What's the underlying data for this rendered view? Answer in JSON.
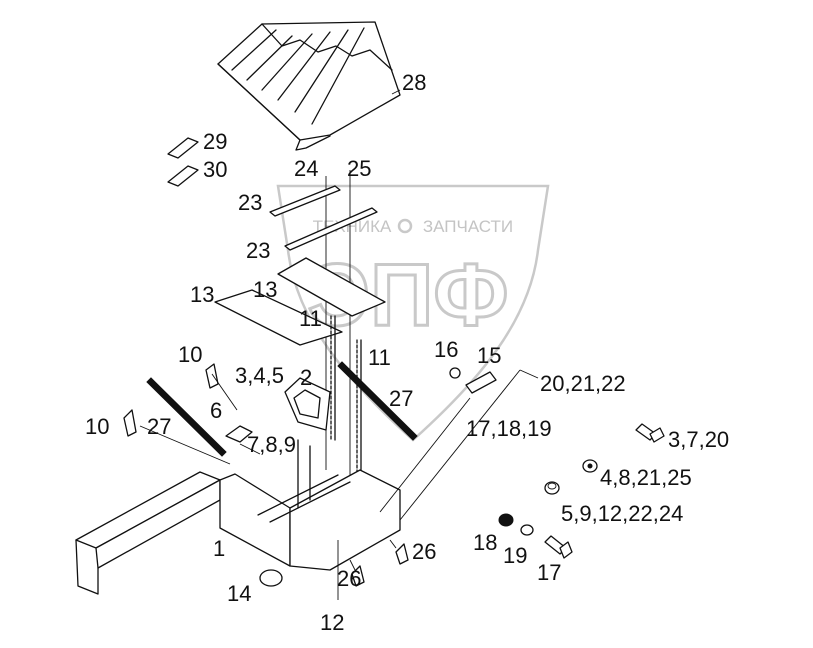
{
  "watermark": {
    "line1_left": "ТЕХНИКА",
    "line1_right": "ЗАПЧАСТИ",
    "big": "ЭПФ",
    "color": "#c9c9c9"
  },
  "callouts": {
    "c28": "28",
    "c29": "29",
    "c30": "30",
    "c24": "24",
    "c25": "25",
    "c23a": "23",
    "c23b": "23",
    "c13a": "13",
    "c13b": "13",
    "c11a": "11",
    "c11b": "11",
    "c16": "16",
    "c15": "15",
    "c20_21_22": "20,21,22",
    "c10a": "10",
    "c345": "3,4,5",
    "c2": "2",
    "c27a": "27",
    "c17_18_19": "17,18,19",
    "c6": "6",
    "c10b": "10",
    "c27b": "27",
    "c789": "7,8,9",
    "c3_7_20": "3,7,20",
    "c4_8_21_25": "4,8,21,25",
    "c5_9_12_22_24": "5,9,12,22,24",
    "c1": "1",
    "c18": "18",
    "c19": "19",
    "c17": "17",
    "c26a": "26",
    "c26b": "26",
    "c14": "14",
    "c12": "12"
  }
}
